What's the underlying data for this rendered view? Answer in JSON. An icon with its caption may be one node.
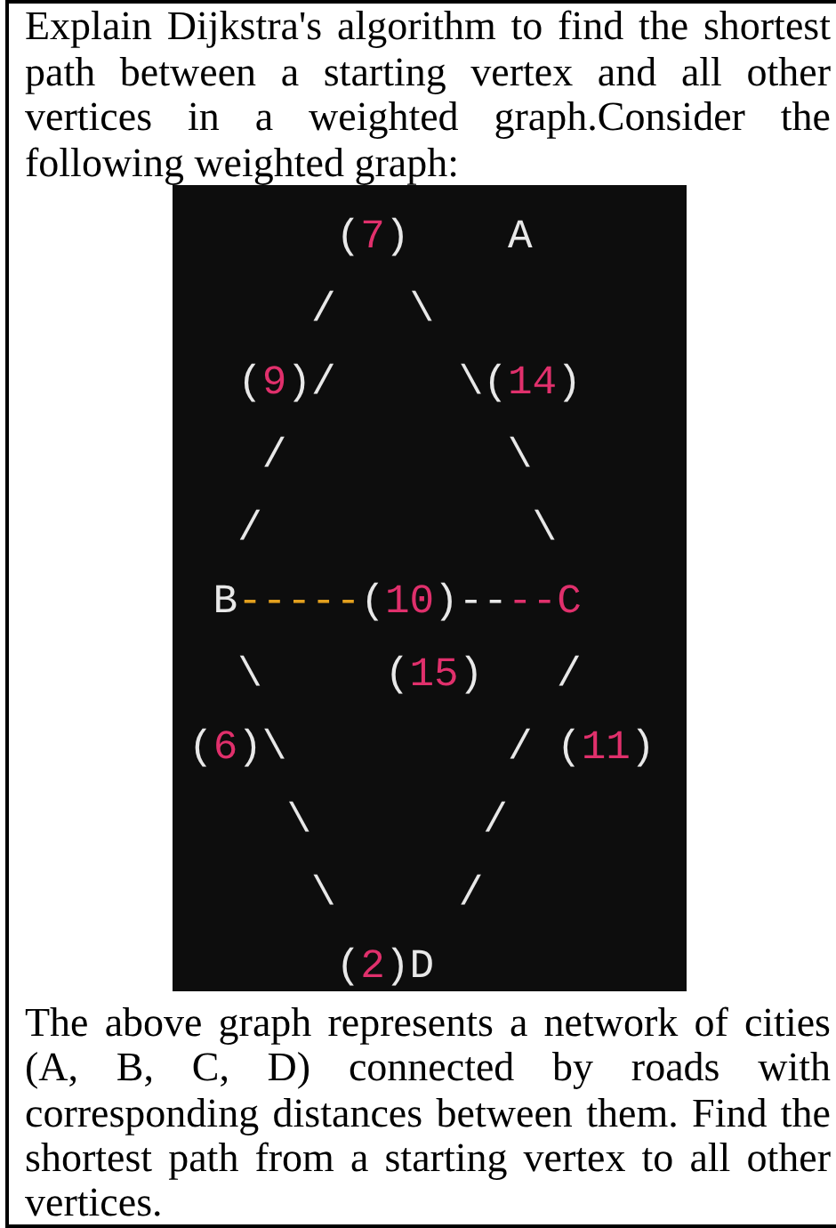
{
  "diagram": {
    "labels": [
      "Explain Dijkstra's algorithm to find the shortest path between a starting vertex and all other vertices in a weighted graph.Consider the following weighted graph:",
      "(7)    A",
      "/   \\",
      "(9)/     \\(14)",
      "/         \\",
      "/           \\",
      "B-----(10)----C",
      "\\     (15)   /",
      "(6)\\         / (11)",
      "\\       /",
      "\\     /",
      "(2)D",
      "The above graph represents a network of cities (A, B, C, D) connected by roads with corresponding distances between them. Find the shortest path from a starting vertex to all other vertices."
    ]
  }
}
